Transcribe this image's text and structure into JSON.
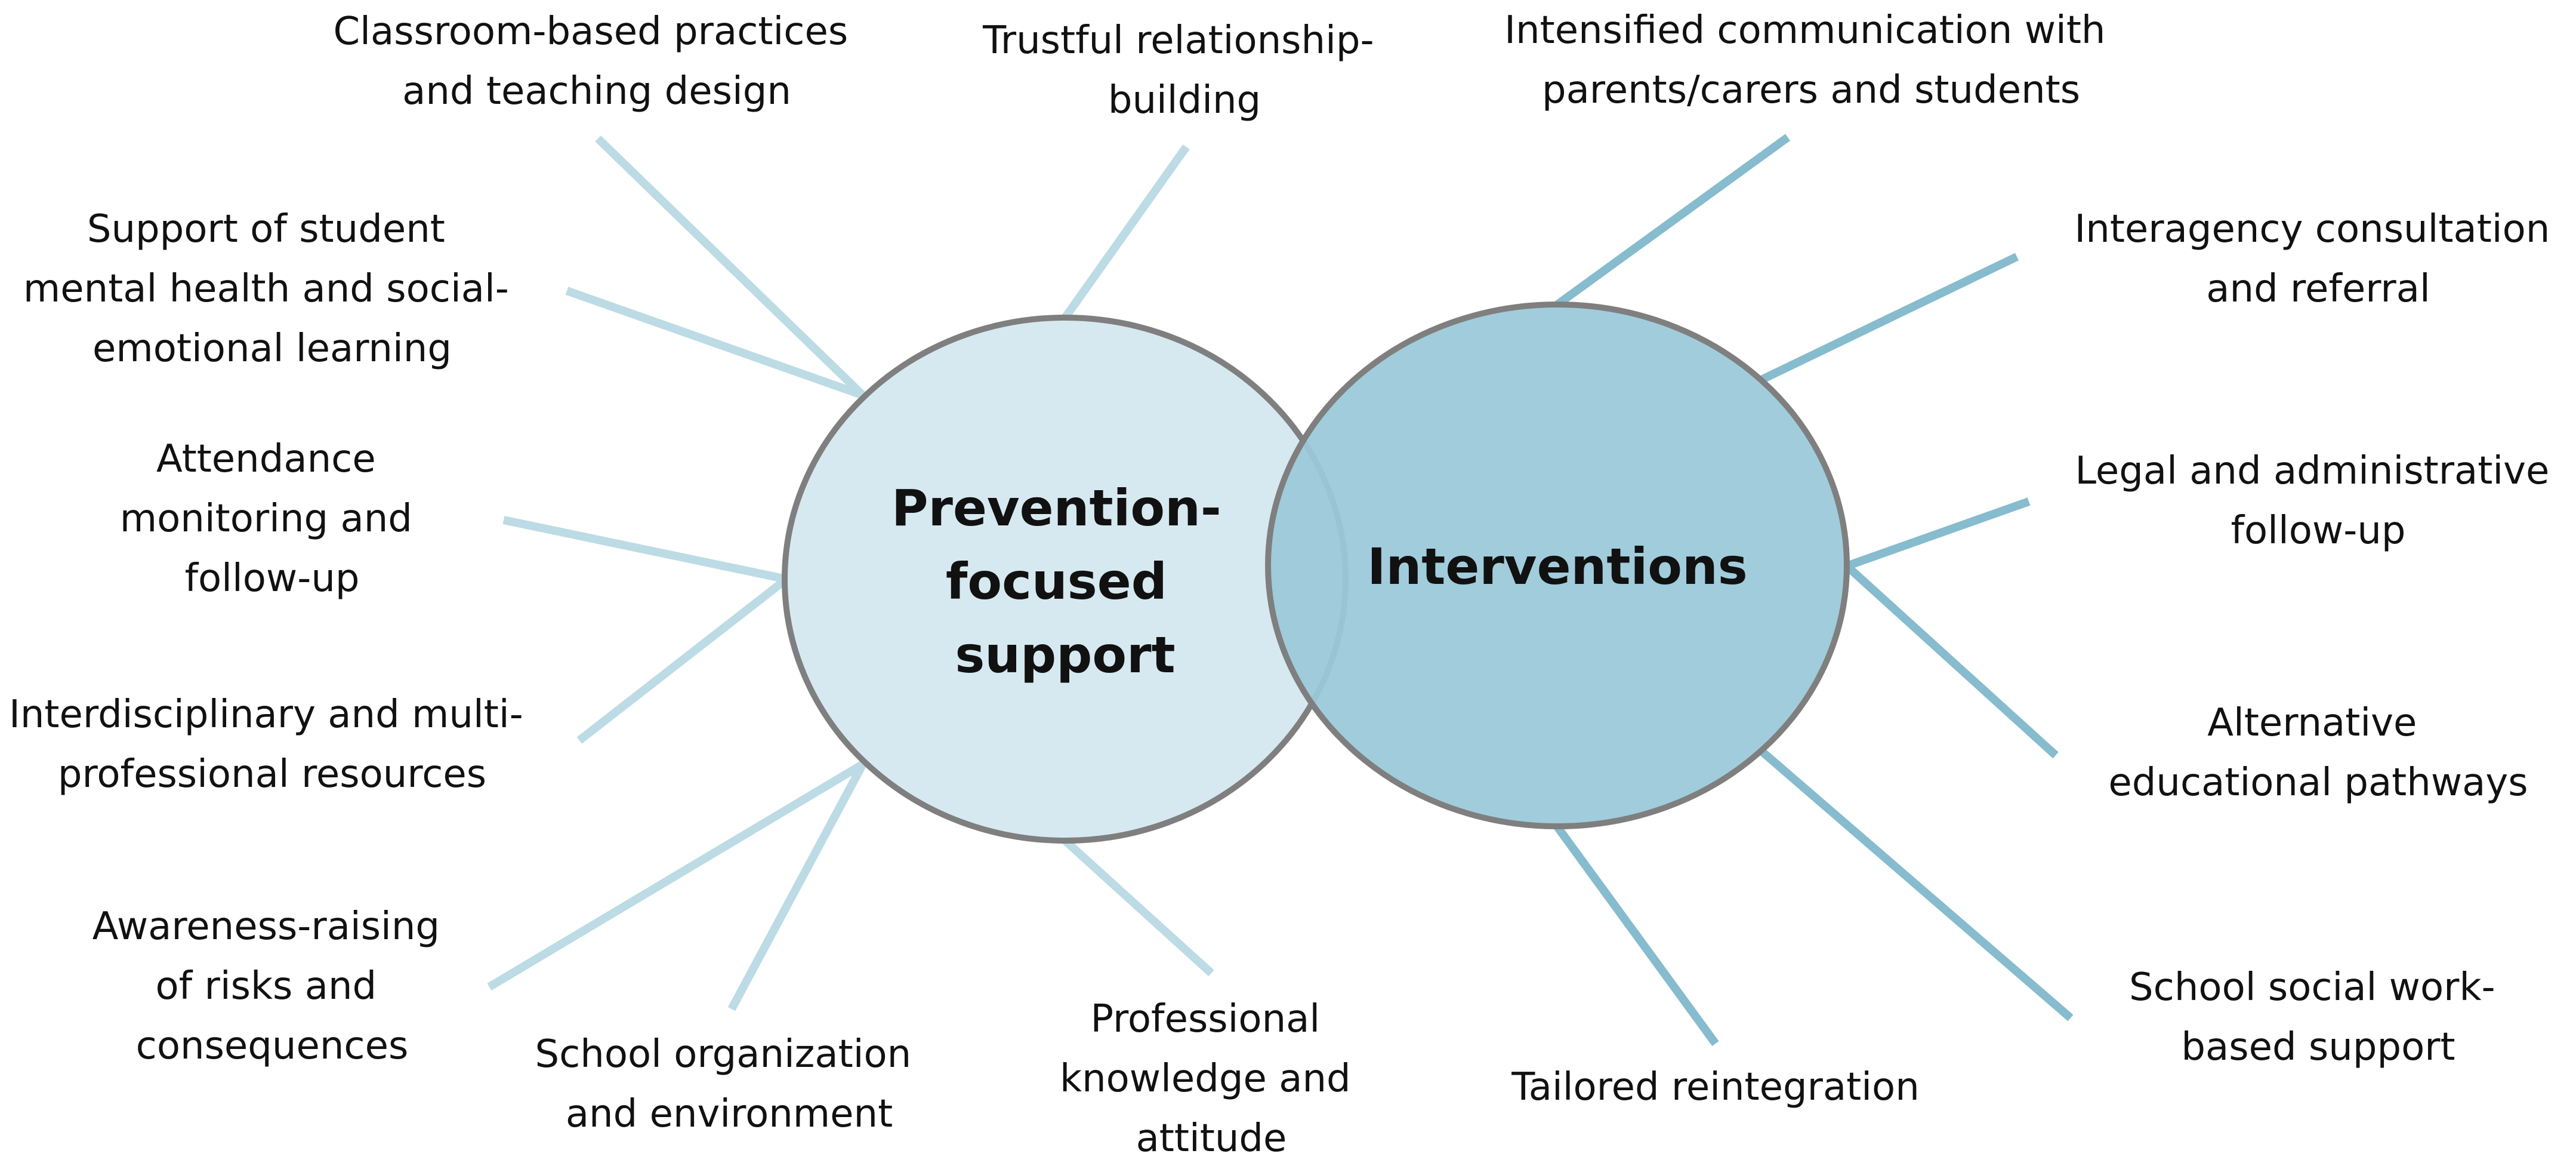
{
  "colors": {
    "prevention_fill": "#d7e9f0",
    "interventions_fill": "#9bc9d9",
    "circle_stroke": "#7f7f7f",
    "prevention_spoke": "#bcdbe5",
    "interventions_spoke": "#86bccd",
    "text": "#111111"
  },
  "prevention": {
    "title_lines": [
      "Prevention-",
      "focused",
      "support"
    ],
    "items": [
      {
        "id": "classroom",
        "lines": [
          "Classroom-based practices",
          "and teaching design"
        ]
      },
      {
        "id": "trustful",
        "lines": [
          "Trustful relationship-",
          "building"
        ]
      },
      {
        "id": "mental-health",
        "lines": [
          "Support of student",
          "mental health and social-",
          "emotional learning"
        ]
      },
      {
        "id": "attendance",
        "lines": [
          "Attendance",
          "monitoring and",
          "follow-up"
        ]
      },
      {
        "id": "interdisciplinary",
        "lines": [
          "Interdisciplinary and multi-",
          "professional resources"
        ]
      },
      {
        "id": "awareness",
        "lines": [
          "Awareness-raising",
          "of risks and",
          "consequences"
        ]
      },
      {
        "id": "school-organization",
        "lines": [
          "School organization",
          "and environment"
        ]
      },
      {
        "id": "professional-knowledge",
        "lines": [
          "Professional",
          "knowledge and",
          "attitude"
        ]
      }
    ]
  },
  "interventions": {
    "title_lines": [
      "Interventions"
    ],
    "items": [
      {
        "id": "communication",
        "lines": [
          "Intensified communication with",
          "parents/carers and students"
        ]
      },
      {
        "id": "interagency",
        "lines": [
          "Interagency consultation",
          "and referral"
        ]
      },
      {
        "id": "legal",
        "lines": [
          "Legal and administrative",
          "follow-up"
        ]
      },
      {
        "id": "alternative",
        "lines": [
          "Alternative",
          "educational pathways"
        ]
      },
      {
        "id": "social-work",
        "lines": [
          "School social work-",
          "based support"
        ]
      },
      {
        "id": "reintegration",
        "lines": [
          "Tailored reintegration"
        ]
      }
    ]
  }
}
